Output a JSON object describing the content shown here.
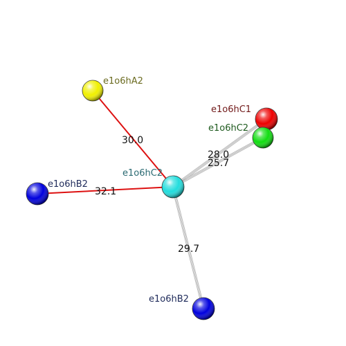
{
  "colors": {
    "red_link": "#dd1111",
    "gray_link": "#b8b8b8"
  },
  "nodes": [
    {
      "id": "a2",
      "label": "e1o6hA2",
      "color": "#f0f000",
      "label_color": "#6b6b20"
    },
    {
      "id": "c1",
      "label": "e1o6hC1",
      "color": "#ee0000",
      "label_color": "#701818"
    },
    {
      "id": "c2_green",
      "label": "e1o6hC2",
      "color": "#11dd11",
      "label_color": "#1e5a1e"
    },
    {
      "id": "c2_center",
      "label": "e1o6hC2",
      "color": "#22dddd",
      "label_color": "#2a6a72"
    },
    {
      "id": "b2_left",
      "label": "e1o6hB2",
      "color": "#0000dd",
      "label_color": "#1e2a5a"
    },
    {
      "id": "b2_bottom",
      "label": "e1o6hB2",
      "color": "#0000dd",
      "label_color": "#1e2a5a"
    }
  ],
  "edges": [
    {
      "from": "c2_center",
      "to": "a2",
      "value": "30.0",
      "style": "red"
    },
    {
      "from": "c2_center",
      "to": "b2_left",
      "value": "32.1",
      "style": "red"
    },
    {
      "from": "c2_center",
      "to": "c1",
      "value": "28.0",
      "style": "gray"
    },
    {
      "from": "c2_center",
      "to": "c2_green",
      "value": "25.7",
      "style": "gray"
    },
    {
      "from": "c2_center",
      "to": "b2_bottom",
      "value": "29.7",
      "style": "gray"
    }
  ]
}
